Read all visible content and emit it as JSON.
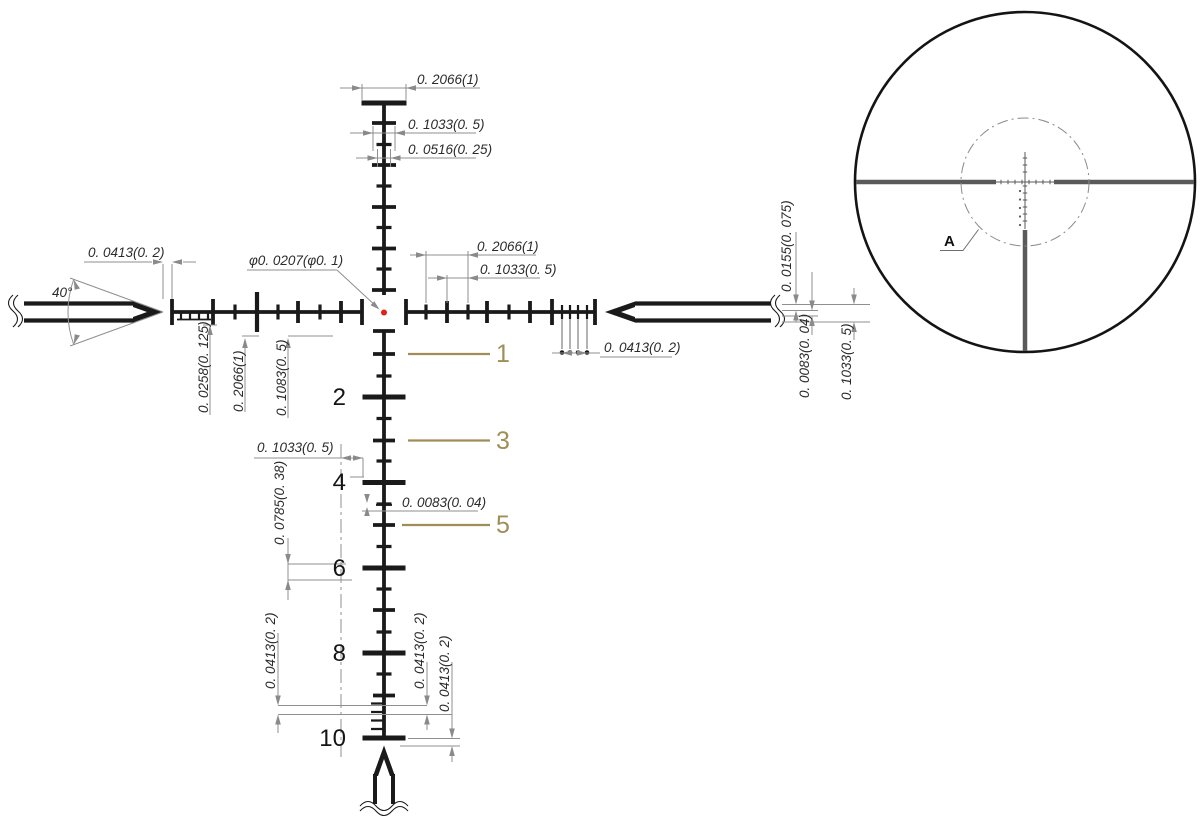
{
  "colors": {
    "ink": "#1a1a1a",
    "dim_line": "#8f8f8f",
    "dim_text": "#2b2b2b",
    "accent_tan": "#a08d58",
    "center_dot_red": "#e32119",
    "fov_gray": "#5a5a5a"
  },
  "main_drawing": {
    "center_callout": "φ0. 0207(φ0. 1)",
    "angle_label": "40°",
    "dimensions": {
      "top_post_width": "0. 2066(1)",
      "top_tick_half": "0. 1033(0. 5)",
      "top_tick_quarter": "0. 0516(0. 25)",
      "left_tip_gap": "0. 0413(0. 2)",
      "left_fine_ticks": "0. 0258(0. 125)",
      "left_major": "0. 2066(1)",
      "left_half": "0. 1083(0. 5)",
      "right_major": "0. 2066(1)",
      "right_half": "0. 1033(0. 5)",
      "right_dot_spacing": "0. 0413(0. 2)",
      "lower_half": "0. 1033(0. 5)",
      "lower_span": "0. 0785(0. 38)",
      "lower_line_width": "0. 0083(0. 04)",
      "bottom_left_spacing": "0. 0413(0. 2)",
      "bottom_mid_spacing": "0. 0413(0. 2)",
      "bottom_tip_gap": "0. 0413(0. 2)",
      "rail_thickness": "0. 0155(0. 075)",
      "rail_gap": "0. 0083(0. 04)",
      "rail_total": "0. 1033(0. 5)"
    },
    "mil_numbers": {
      "black": [
        "2",
        "4",
        "6",
        "8",
        "10"
      ],
      "tan": [
        "1",
        "3",
        "5"
      ]
    }
  },
  "detail_view": {
    "label": "A"
  }
}
